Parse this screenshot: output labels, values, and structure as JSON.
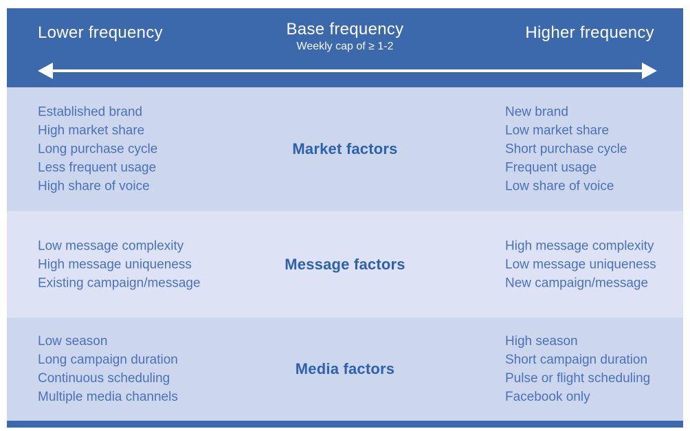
{
  "header": {
    "left_label": "Lower frequency",
    "center_label": "Base frequency",
    "center_sublabel": "Weekly cap of ≥ 1-2",
    "right_label": "Higher frequency",
    "arrow_icon": "double-headed-arrow-icon"
  },
  "rows": [
    {
      "label": "Market factors",
      "lower": [
        "Established brand",
        "High market share",
        "Long purchase cycle",
        "Less frequent usage",
        "High share of voice"
      ],
      "higher": [
        "New brand",
        "Low market share",
        "Short purchase cycle",
        "Frequent usage",
        "Low share of voice"
      ]
    },
    {
      "label": "Message factors",
      "lower": [
        "Low message complexity",
        "High message uniqueness",
        "Existing campaign/message"
      ],
      "higher": [
        "High message complexity",
        "Low message uniqueness",
        "New campaign/message"
      ]
    },
    {
      "label": "Media factors",
      "lower": [
        "Low season",
        "Long campaign duration",
        "Continuous scheduling",
        "Multiple media channels"
      ],
      "higher": [
        "High season",
        "Short campaign duration",
        "Pulse or flight scheduling",
        "Facebook only"
      ]
    }
  ],
  "colors": {
    "header_blue": "#3c68ac",
    "row_shade_dark": "#ccd6ec",
    "row_shade_light": "#dde3f4",
    "list_text_blue": "#4a72ba",
    "row_label_blue": "#2d62ab",
    "arrow_white": "#ffffff"
  }
}
